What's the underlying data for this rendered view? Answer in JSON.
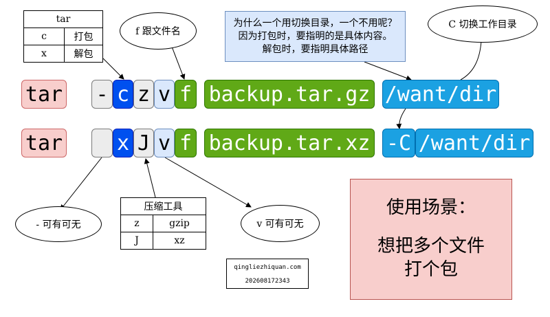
{
  "legend_table": {
    "header": "tar",
    "rows": [
      {
        "flag": "c",
        "meaning": "打包"
      },
      {
        "flag": "x",
        "meaning": "解包"
      }
    ]
  },
  "note_f": "f 跟文件名",
  "note_C": "C 切换工作目录",
  "question": {
    "line1": "为什么一个用切换目录，一个不用呢？",
    "line2": "因为打包时，要指明的是具体内容。",
    "line3": "解包时，要指明具体路径"
  },
  "row1": {
    "cmd": "tar",
    "dash": "-",
    "c": "c",
    "z": "z",
    "v": "v",
    "f": "f",
    "file": "backup.tar.gz",
    "dir": "/want/dir"
  },
  "row2": {
    "cmd": "tar",
    "x": "x",
    "J": "J",
    "v": "v",
    "f": "f",
    "file": "backup.tar.xz",
    "C": "-C",
    "dir": "/want/dir"
  },
  "note_dash": "- 可有可无",
  "note_v": "v 可有可无",
  "compress_table": {
    "header": "压缩工具",
    "rows": [
      {
        "flag": "z",
        "tool": "gzip"
      },
      {
        "flag": "J",
        "tool": "xz"
      }
    ]
  },
  "watermark": {
    "site": "qingliezhiquan.com",
    "id": "202608172343"
  },
  "scenario": {
    "line1": "使用场景：",
    "line2": "想把多个文件",
    "line3": "打个包"
  }
}
